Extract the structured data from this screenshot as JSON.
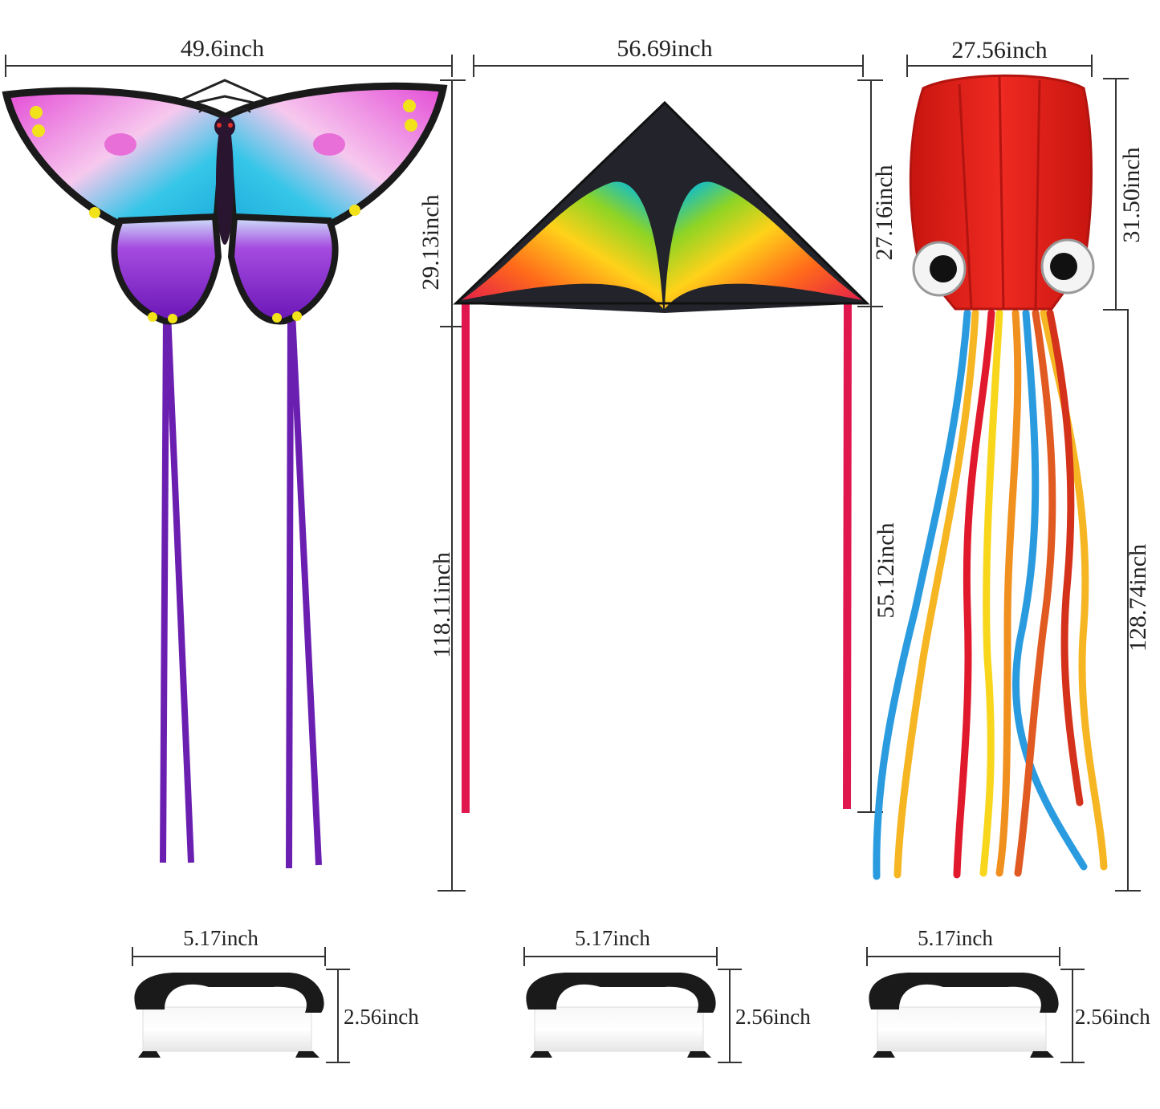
{
  "dimensions": {
    "butterfly": {
      "width": "49.6inch",
      "height": "29.13inch"
    },
    "delta": {
      "width": "56.69inch",
      "height": "27.16inch",
      "total_length": "118.11inch",
      "tail_length": "55.12inch"
    },
    "octopus": {
      "width": "27.56inch",
      "height": "31.50inch",
      "total_length": "128.74inch"
    },
    "reels": [
      {
        "width": "5.17inch",
        "height": "2.56inch"
      },
      {
        "width": "5.17inch",
        "height": "2.56inch"
      },
      {
        "width": "5.17inch",
        "height": "2.56inch"
      }
    ]
  },
  "colors": {
    "butterfly_tail": "#6a1fb0",
    "delta_tail": "#e0174e",
    "octopus_body": "#e3201b",
    "reel_handle": "#1a1a1a"
  }
}
